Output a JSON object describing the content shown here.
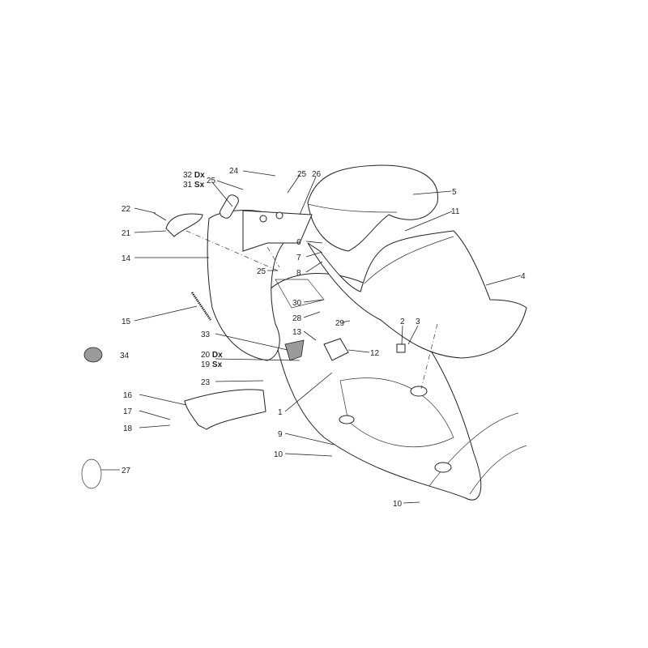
{
  "diagram": {
    "labels": {
      "l24": "24",
      "l25a": "25",
      "l25b": "25",
      "l25c": "25",
      "l26": "26",
      "l32": "32",
      "l32s": "Dx",
      "l31": "31",
      "l31s": "Sx",
      "l22": "22",
      "l21": "21",
      "l14": "14",
      "l5": "5",
      "l11": "11",
      "l6": "6",
      "l7": "7",
      "l8": "8",
      "l4": "4",
      "l30": "30",
      "l15": "15",
      "l28": "28",
      "l29": "29",
      "l2": "2",
      "l3": "3",
      "l13": "13",
      "l12": "12",
      "l33": "33",
      "l34": "34",
      "l20": "20",
      "l20s": "Dx",
      "l19": "19",
      "l19s": "Sx",
      "l23": "23",
      "l16": "16",
      "l1": "1",
      "l17": "17",
      "l18": "18",
      "l9": "9",
      "l10a": "10",
      "l10b": "10",
      "l27": "27"
    }
  }
}
